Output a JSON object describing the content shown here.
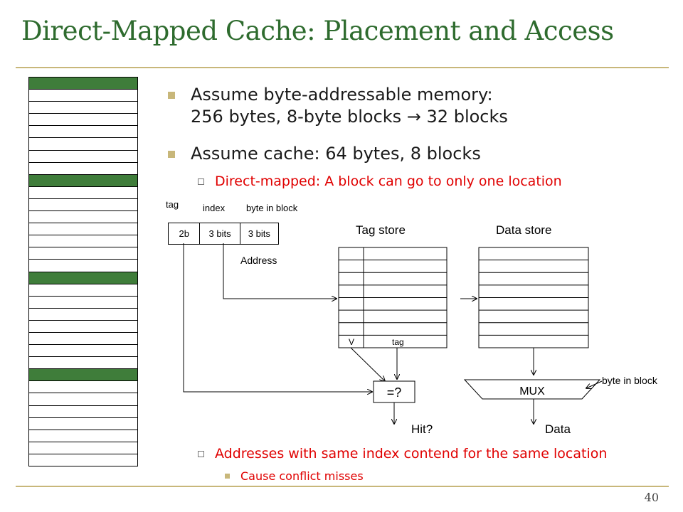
{
  "title": "Direct-Mapped Cache: Placement and Access",
  "page_number": "40",
  "bullets": [
    {
      "line1": "Assume byte-addressable memory:",
      "line2": "256 bytes, 8-byte blocks → 32 blocks"
    },
    {
      "line1": "Assume cache: 64 bytes, 8 blocks"
    }
  ],
  "sub_bullets": {
    "direct_mapped": "Direct-mapped: A block can go to only one location",
    "contend": "Addresses with same index contend for the same location",
    "conflict": "Cause conflict misses"
  },
  "memory": {
    "rows": 32,
    "highlighted_rows": [
      0,
      8,
      16,
      24
    ]
  },
  "address": {
    "tag_label": "tag",
    "index_label": "index",
    "byte_label": "byte in block",
    "fields": [
      "2b",
      "3 bits",
      "3 bits"
    ],
    "caption": "Address"
  },
  "tag_store": {
    "title": "Tag store",
    "rows": 8,
    "v_label": "V",
    "tag_label": "tag"
  },
  "data_store": {
    "title": "Data store",
    "rows": 8
  },
  "comparator": "=?",
  "mux": "MUX",
  "mux_input": "byte in block",
  "hit_label": "Hit?",
  "data_label": "Data",
  "colors": {
    "title": "#2e6b2e",
    "accent": "#c8b77a",
    "highlight": "#3f7d3a",
    "red": "#e00000"
  }
}
